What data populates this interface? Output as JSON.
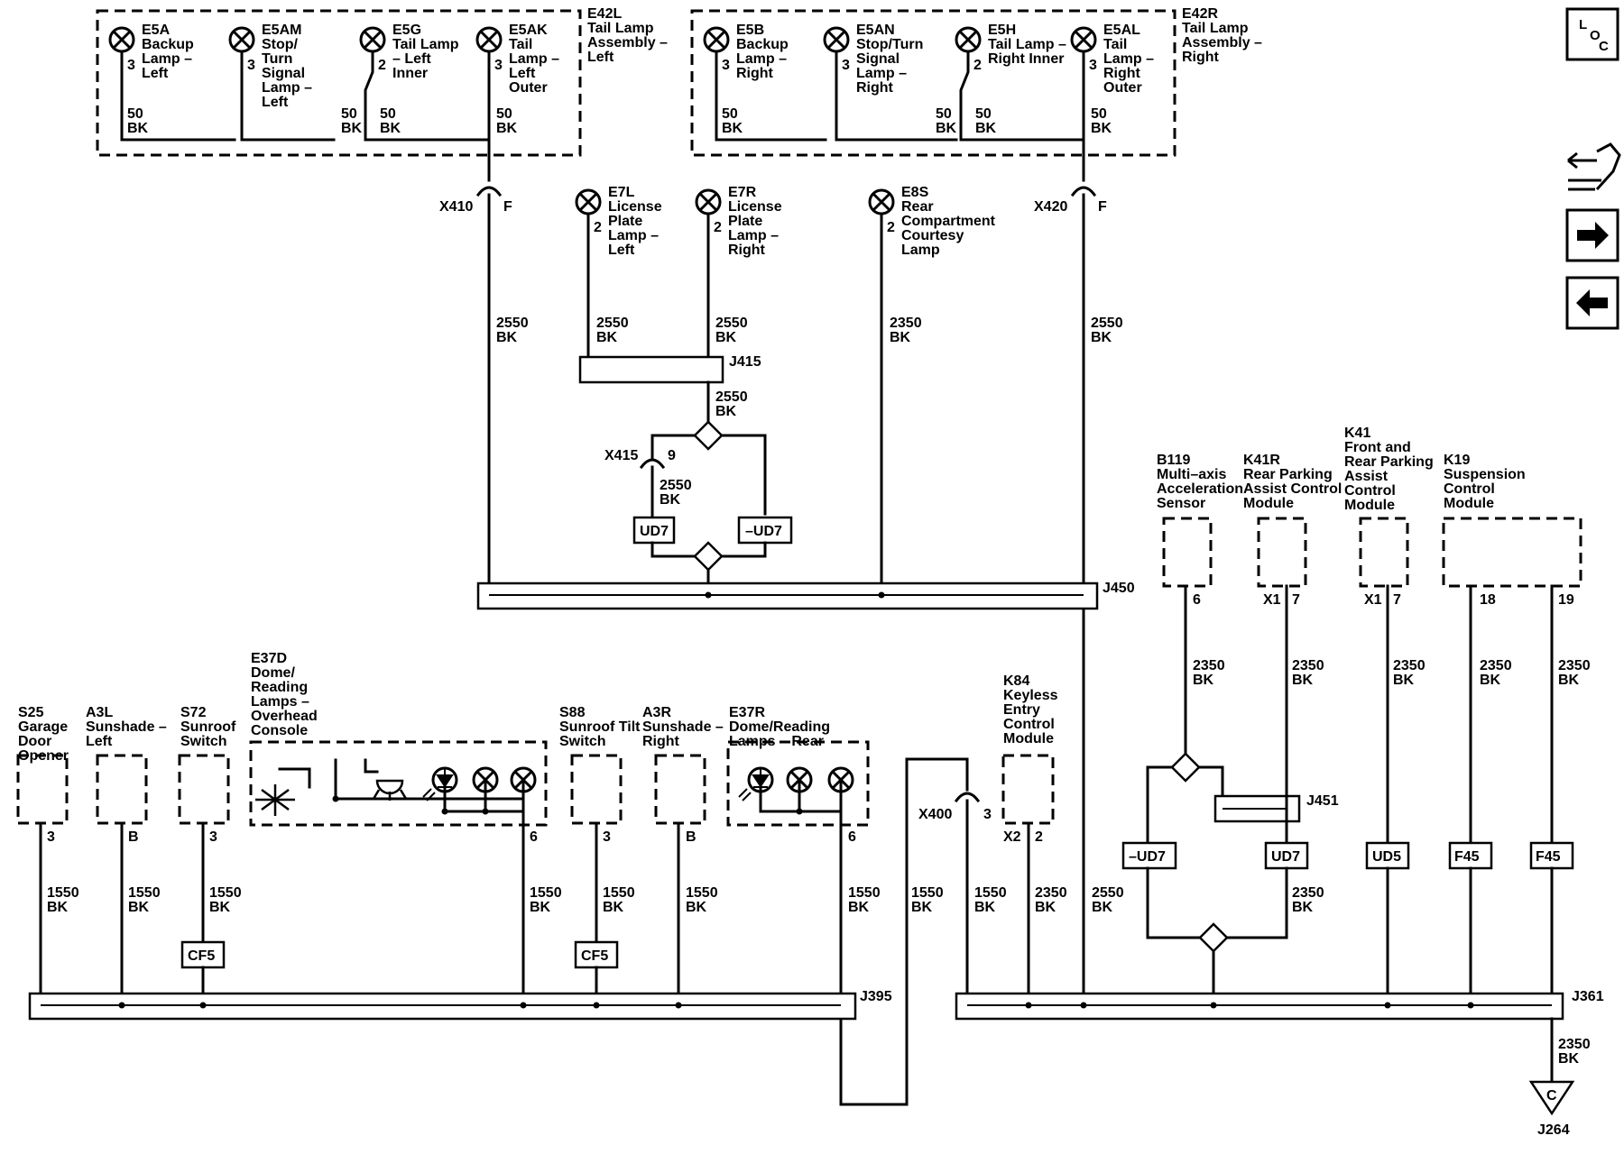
{
  "blocks": {
    "e42l": [
      "E42L",
      "Tail Lamp",
      "Assembly –",
      "Left"
    ],
    "e42r": [
      "E42R",
      "Tail Lamp",
      "Assembly –",
      "Right"
    ]
  },
  "lamps": [
    {
      "id": "e5a",
      "lines": [
        "E5A",
        "Backup",
        "Lamp –",
        "Left"
      ],
      "pin": "3",
      "wire": [
        "50",
        "BK"
      ]
    },
    {
      "id": "e5am",
      "lines": [
        "E5AM",
        "Stop/",
        "Turn",
        "Signal",
        "Lamp –",
        "Left"
      ],
      "pin": "3",
      "wire": [
        "50",
        "BK"
      ]
    },
    {
      "id": "e5g",
      "lines": [
        "E5G",
        "Tail Lamp",
        "– Left",
        "Inner"
      ],
      "pin": "2",
      "wire": [
        "50",
        "BK"
      ]
    },
    {
      "id": "e5ak",
      "lines": [
        "E5AK",
        "Tail",
        "Lamp –",
        "Left",
        "Outer"
      ],
      "pin": "3",
      "wire": [
        "50",
        "BK"
      ]
    },
    {
      "id": "e5b",
      "lines": [
        "E5B",
        "Backup",
        "Lamp –",
        "Right"
      ],
      "pin": "3",
      "wire": [
        "50",
        "BK"
      ]
    },
    {
      "id": "e5an",
      "lines": [
        "E5AN",
        "Stop/Turn",
        "Signal",
        "Lamp –",
        "Right"
      ],
      "pin": "3",
      "wire": [
        "50",
        "BK"
      ]
    },
    {
      "id": "e5h",
      "lines": [
        "E5H",
        "Tail Lamp –",
        "Right Inner"
      ],
      "pin": "2",
      "wire": [
        "50",
        "BK"
      ]
    },
    {
      "id": "e5al",
      "lines": [
        "E5AL",
        "Tail",
        "Lamp –",
        "Right",
        "Outer"
      ],
      "pin": "3",
      "wire": [
        "50",
        "BK"
      ]
    },
    {
      "id": "e7l",
      "lines": [
        "E7L",
        "License",
        "Plate",
        "Lamp –",
        "Left"
      ],
      "pin": "2",
      "wire": [
        "2550",
        "BK"
      ]
    },
    {
      "id": "e7r",
      "lines": [
        "E7R",
        "License",
        "Plate",
        "Lamp –",
        "Right"
      ],
      "pin": "2",
      "wire": [
        "2550",
        "BK"
      ]
    },
    {
      "id": "e8s",
      "lines": [
        "E8S",
        "Rear",
        "Compartment",
        "Courtesy",
        "Lamp"
      ],
      "pin": "2",
      "wire": [
        "2350",
        "BK"
      ]
    }
  ],
  "connectors": {
    "x410": "X410",
    "x410_pin": "F",
    "x420": "X420",
    "x420_pin": "F",
    "x415": "X415",
    "x415_pin": "9",
    "x400": "X400",
    "x400_pin": "3"
  },
  "splices": {
    "j415": "J415",
    "j450": "J450",
    "j395": "J395",
    "j361": "J361",
    "j451": "J451",
    "j264": "J264"
  },
  "ground": {
    "label": "C"
  },
  "top_wires": {
    "x410_wire": [
      "2550",
      "BK"
    ],
    "x420_wire": [
      "2550",
      "BK"
    ],
    "j415_out": [
      "2550",
      "BK"
    ],
    "x415_wire": [
      "2550",
      "BK"
    ]
  },
  "tags": {
    "ud7": "UD7",
    "ud7n": "–UD7",
    "ud5": "UD5",
    "f45": "F45",
    "cf5": "CF5"
  },
  "modules": [
    {
      "id": "b119",
      "lines": [
        "B119",
        "Multi–axis",
        "Acceleration",
        "Sensor"
      ]
    },
    {
      "id": "k41r",
      "lines": [
        "K41R",
        "Rear Parking",
        "Assist Control",
        "Module"
      ]
    },
    {
      "id": "k41",
      "lines": [
        "K41",
        "Front and",
        "Rear Parking",
        "Assist",
        "Control",
        "Module"
      ]
    },
    {
      "id": "k19",
      "lines": [
        "K19",
        "Suspension",
        "Control",
        "Module"
      ]
    },
    {
      "id": "s25",
      "lines": [
        "S25",
        "Garage",
        "Door",
        "Opener"
      ]
    },
    {
      "id": "a3l",
      "lines": [
        "A3L",
        "Sunshade –",
        "Left"
      ]
    },
    {
      "id": "s72",
      "lines": [
        "S72",
        "Sunroof",
        "Switch"
      ]
    },
    {
      "id": "e37d",
      "lines": [
        "E37D",
        "Dome/",
        "Reading",
        "Lamps –",
        "Overhead",
        "Console"
      ]
    },
    {
      "id": "s88",
      "lines": [
        "S88",
        "Sunroof Tilt",
        "Switch"
      ]
    },
    {
      "id": "a3r",
      "lines": [
        "A3R",
        "Sunshade –",
        "Right"
      ]
    },
    {
      "id": "e37r",
      "lines": [
        "E37R",
        "Dome/Reading",
        "Lamps – Rear"
      ]
    },
    {
      "id": "k84",
      "lines": [
        "K84",
        "Keyless",
        "Entry",
        "Control",
        "Module"
      ]
    }
  ],
  "pins": {
    "b119": "6",
    "k41r_x": "X1",
    "k41r": "7",
    "k41_x": "X1",
    "k41": "7",
    "k19a": "18",
    "k19b": "19",
    "s25": "3",
    "a3l": "B",
    "s72": "3",
    "e37d": "6",
    "s88": "3",
    "a3r": "B",
    "e37r": "6",
    "k84_x": "X2",
    "k84": "2"
  },
  "wire_labels": {
    "w1550": "1550",
    "w2350": "2350",
    "w2550": "2550",
    "bk": "BK"
  },
  "nav": {
    "loc": [
      "L",
      "O",
      "C"
    ]
  }
}
